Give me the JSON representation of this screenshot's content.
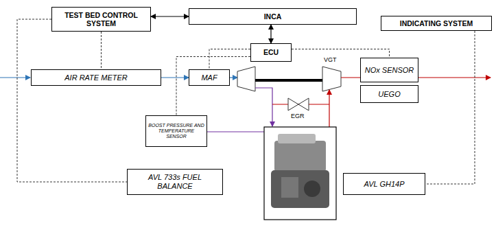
{
  "diagram": {
    "nodes": [
      {
        "text": [
          "TEST BED CONTROL SYSTEM"
        ]
      },
      {
        "text": [
          "INCA"
        ]
      },
      {
        "text": [
          "INDICATING SYSTEM"
        ]
      },
      {
        "text": [
          "ECU"
        ]
      },
      {
        "text": [
          "AIR RATE METER"
        ]
      },
      {
        "text": [
          "MAF"
        ]
      },
      {
        "text": [
          "NOx SENSOR"
        ]
      },
      {
        "text": [
          "UEGO"
        ]
      },
      {
        "text": [
          "BOOST PRESSURE AND TEMPERATURE SENSOR"
        ]
      },
      {
        "text": [
          "AVL 733s FUEL BALANCE"
        ]
      },
      {
        "text": [
          "AVL GH14P"
        ]
      }
    ],
    "edges": [
      {
        "from": 0,
        "to": 1,
        "arrow": "both"
      },
      {
        "from": 1,
        "to": 3,
        "arrow": "both"
      },
      {
        "from": 0,
        "to": 4,
        "arrow": "none"
      },
      {
        "from": 3,
        "to": 5,
        "arrow": "none"
      },
      {
        "from": 3,
        "to": 8,
        "arrow": "none"
      },
      {
        "from": 0,
        "to": 9,
        "arrow": "none"
      },
      {
        "from": 2,
        "to": 10,
        "arrow": "none"
      },
      {
        "from": 4,
        "to": 5,
        "arrow": "to"
      },
      {
        "from": 3,
        "to": 6,
        "arrow": "none"
      }
    ],
    "labels": [
      "VGT",
      "EGR"
    ]
  }
}
